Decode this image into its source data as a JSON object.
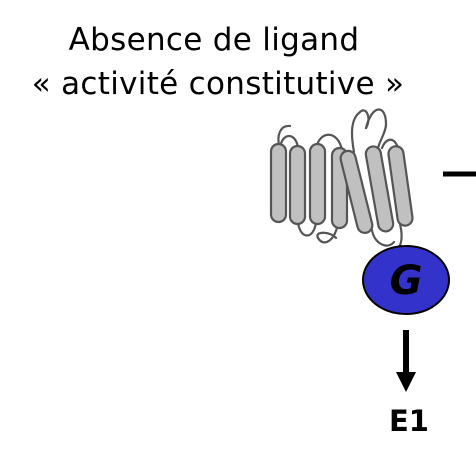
{
  "title": {
    "line1": "Absence de ligand",
    "line2": "« activité constitutive »"
  },
  "diagram": {
    "g_protein_label": "G",
    "effector_label": "E1",
    "colors": {
      "g_protein_fill": "#3333cc",
      "helix_fill": "#c0c0c0",
      "outline": "#555555",
      "text": "#000000"
    }
  }
}
